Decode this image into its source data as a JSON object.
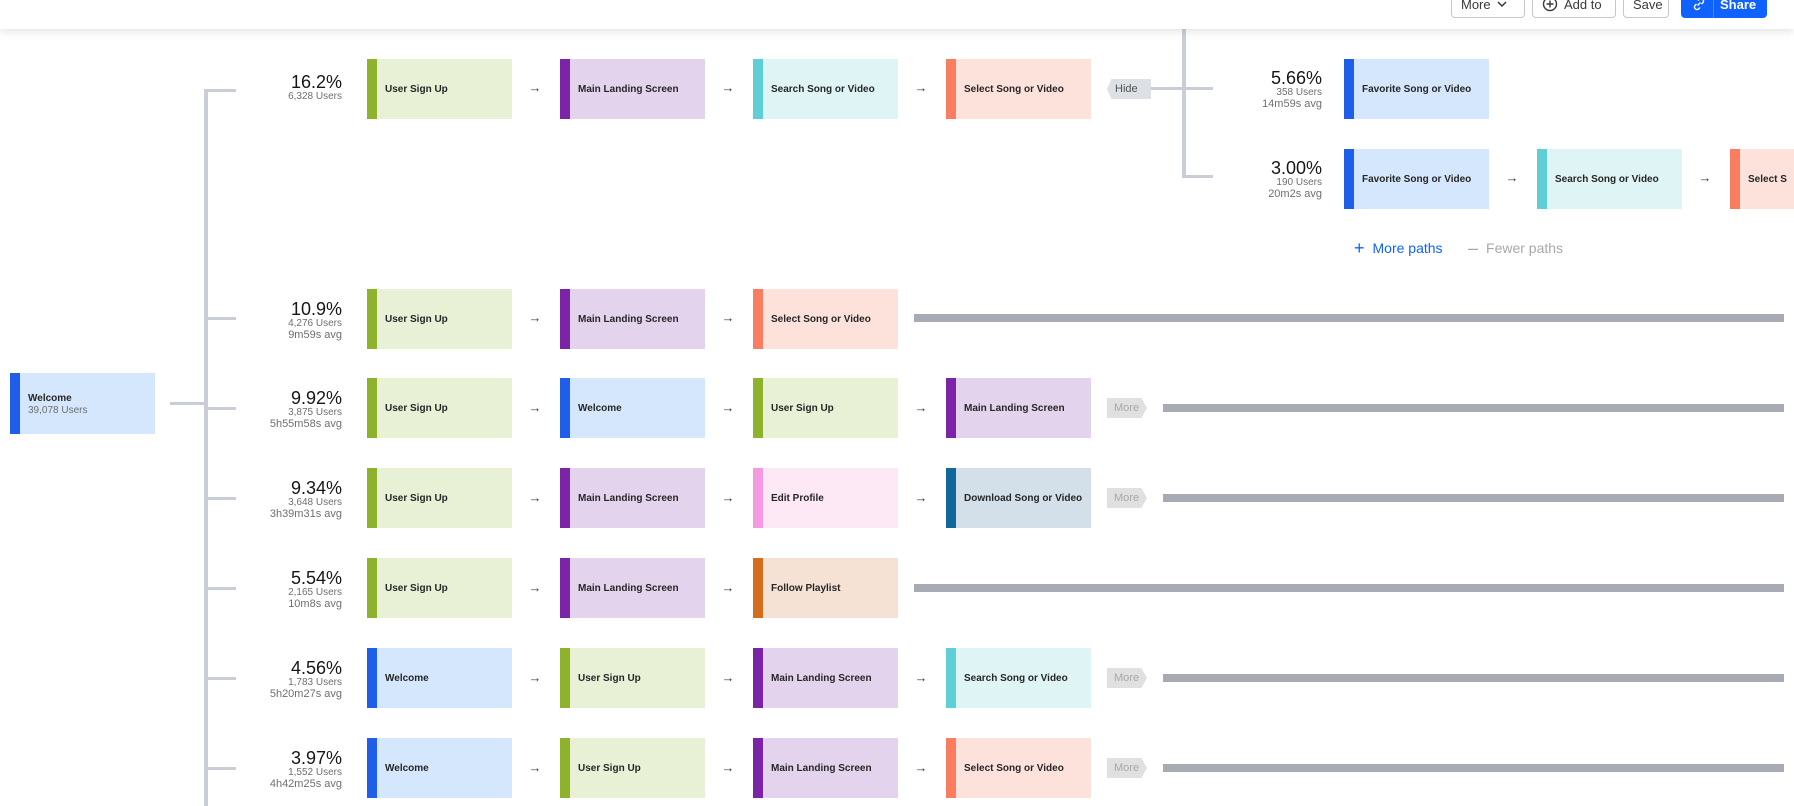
{
  "toolbar": {
    "more_label": "More",
    "add_to_label": "Add to",
    "save_label": "Save",
    "share_label": "Share"
  },
  "root": {
    "name": "Welcome",
    "users": "39,078 Users"
  },
  "paths": [
    {
      "pct": "16.2%",
      "users": "6,328 Users",
      "avg": "",
      "steps": [
        "User Sign Up",
        "Main Landing Screen",
        "Search Song or Video",
        "Select Song or Video"
      ],
      "tag": "Hide"
    },
    {
      "pct": "10.9%",
      "users": "4,276 Users",
      "avg": "9m59s avg",
      "steps": [
        "User Sign Up",
        "Main Landing Screen",
        "Select Song or Video"
      ],
      "tag": ""
    },
    {
      "pct": "9.92%",
      "users": "3,875 Users",
      "avg": "5h55m58s avg",
      "steps": [
        "User Sign Up",
        "Welcome",
        "User Sign Up",
        "Main Landing Screen"
      ],
      "tag": "More"
    },
    {
      "pct": "9.34%",
      "users": "3,648 Users",
      "avg": "3h39m31s avg",
      "steps": [
        "User Sign Up",
        "Main Landing Screen",
        "Edit Profile",
        "Download Song or Video"
      ],
      "tag": "More"
    },
    {
      "pct": "5.54%",
      "users": "2,165 Users",
      "avg": "10m8s avg",
      "steps": [
        "User Sign Up",
        "Main Landing Screen",
        "Follow Playlist"
      ],
      "tag": ""
    },
    {
      "pct": "4.56%",
      "users": "1,783 Users",
      "avg": "5h20m27s avg",
      "steps": [
        "Welcome",
        "User Sign Up",
        "Main Landing Screen",
        "Search Song or Video"
      ],
      "tag": "More"
    },
    {
      "pct": "3.97%",
      "users": "1,552 Users",
      "avg": "4h42m25s avg",
      "steps": [
        "Welcome",
        "User Sign Up",
        "Main Landing Screen",
        "Select Song or Video"
      ],
      "tag": "More"
    }
  ],
  "sub_paths": [
    {
      "pct": "5.66%",
      "users": "358 Users",
      "avg": "14m59s avg",
      "steps": [
        "Favorite Song or Video"
      ]
    },
    {
      "pct": "3.00%",
      "users": "190 Users",
      "avg": "20m2s avg",
      "steps": [
        "Favorite Song or Video",
        "Search Song or Video",
        "Select S"
      ]
    }
  ],
  "links": {
    "more_paths": "More paths",
    "fewer_paths": "Fewer paths"
  },
  "icons": [
    "chevron-down-icon",
    "add-circle-icon",
    "link-icon",
    "arrow-right-icon",
    "plus-icon",
    "minus-icon"
  ],
  "colors": {
    "accent": "#0f62fe",
    "user_sign_up": "#8fb22c",
    "main_landing_screen": "#7c24a8",
    "search_song_or_video": "#5ecfd6",
    "select_song_or_video": "#fa7d62",
    "welcome": "#1f5ee8",
    "edit_profile": "#f39ae2",
    "download_song_or_video": "#11679a",
    "follow_playlist": "#d66c1e"
  }
}
